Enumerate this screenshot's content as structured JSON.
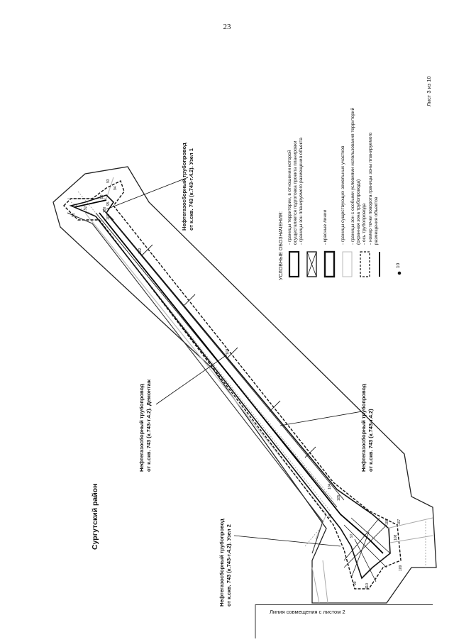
{
  "page_number": "23",
  "sheet_label": "Лист 3 из 10",
  "district": "Сургутский район",
  "match_line": "Линия совмещения с листом 2",
  "callouts": {
    "node1": [
      "Нефтегазосборный трубопровод",
      "от к.скв. 743 (к.743-т.4.2). Узел 1"
    ],
    "dismantle": [
      "Нефтегазосборный трубопровод",
      "от к.скв. 743 (к.743-т.4.2). Демонтаж"
    ],
    "main": [
      "Нефтегазосборный трубопровод",
      "от к.скв. 743 (к.743-т.4.2)"
    ],
    "node2": [
      "Нефтегазосборный трубопровод",
      "от к.скв. 743 (к.743-т.4.2). Узел 2"
    ]
  },
  "legend": {
    "title": "УСЛОВНЫЕ ОБОЗНАЧЕНИЯ:",
    "items": [
      [
        "- границы территории, в отношении которой",
        "осуществляется подготовка проекта планировки"
      ],
      [
        "- границы зон планируемого размещения объекта"
      ],
      [
        "- красные линии"
      ],
      [
        "- границы существующих земельных участков"
      ],
      [
        "- границы зон с особыми условиями использования территорий",
        "(охранная зона трубопровода)"
      ],
      [
        "- ось трубопровода"
      ],
      [
        "- номер точки поворота границы зоны планируемого",
        "размещения объектов"
      ]
    ],
    "point_sample": "10"
  },
  "point_labels": [
    "98",
    "99",
    "100",
    "101",
    "102",
    "103",
    "104",
    "105",
    "106",
    "107",
    "108",
    "109",
    "110",
    "91",
    "92",
    "93",
    "94",
    "95",
    "96",
    "97"
  ]
}
